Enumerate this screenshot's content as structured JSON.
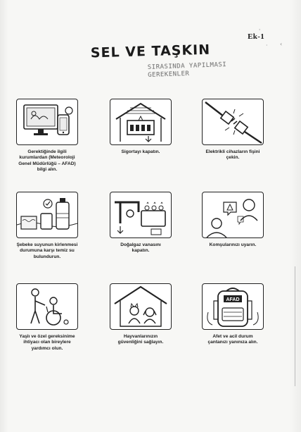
{
  "document": {
    "annex_label": "Ek-1",
    "title": "SEL VE TAŞKIN",
    "subtitle_line1": "SIRASINDA YAPILMASI",
    "subtitle_line2": "GEREKENLER"
  },
  "cards": [
    {
      "caption": "Gerektiğinde ilgili\nkurumlardan (Meteoroloji\nGenel Müdürlüğü – AFAD)\nbilgi alın.",
      "icon": "computer-phone-weather-icon"
    },
    {
      "caption": "Sigortayı kapatın.",
      "icon": "fuse-box-house-icon"
    },
    {
      "caption": "Elektrikli cihazların fişini\nçekin.",
      "icon": "unplug-icon"
    },
    {
      "caption": "Şebeke suyunun kirlenmesi\ndurumuna karşı temiz su\nbulundurun.",
      "icon": "water-bottles-icon"
    },
    {
      "caption": "Doğalgaz vanasını\nkapatın.",
      "icon": "gas-valve-icon"
    },
    {
      "caption": "Komşularınızı uyarın.",
      "icon": "neighbors-warning-icon"
    },
    {
      "caption": "Yaşlı ve özel gereksinime\nihtiyacı olan bireylere\nyardımcı olun.",
      "icon": "wheelchair-assist-icon"
    },
    {
      "caption": "Hayvanlarınızın\ngüvenliğini sağlayın.",
      "icon": "pets-house-icon"
    },
    {
      "caption": "Afet ve acil durum\nçantanızı yanınıza alın.",
      "icon": "emergency-backpack-icon"
    }
  ],
  "backpack_label": "AFAD"
}
